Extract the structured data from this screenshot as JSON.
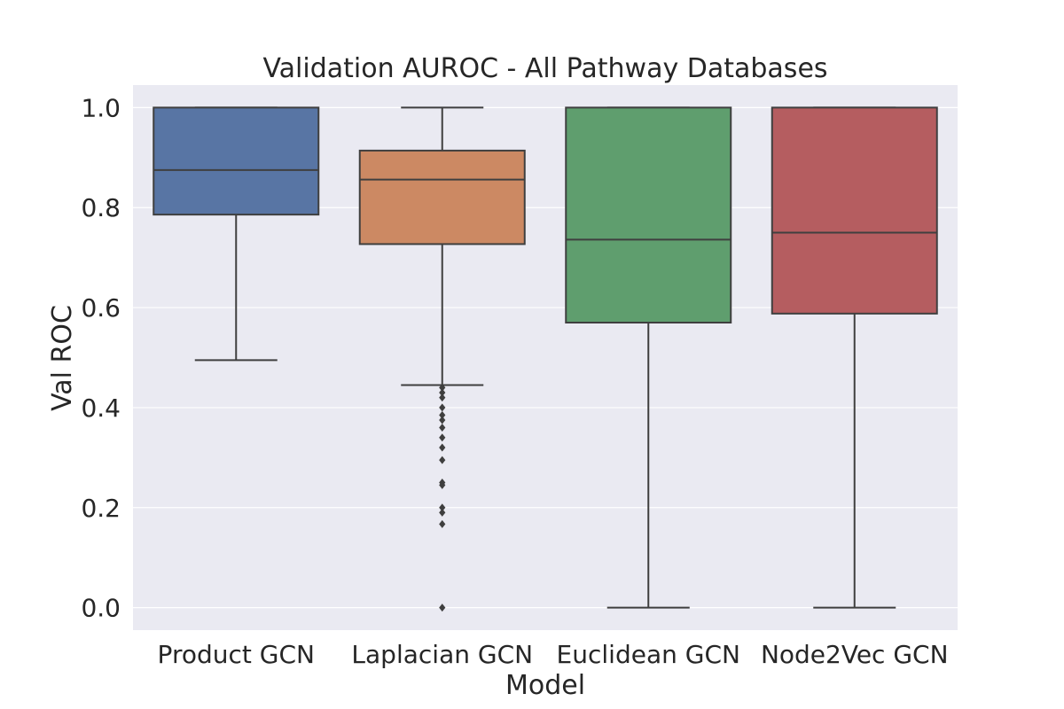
{
  "chart_data": {
    "type": "box",
    "title": "Validation AUROC - All Pathway Databases",
    "xlabel": "Model",
    "ylabel": "Val ROC",
    "ylim": [
      -0.045,
      1.045
    ],
    "yticks": [
      0.0,
      0.2,
      0.4,
      0.6,
      0.8,
      1.0
    ],
    "ytick_labels": [
      "0.0",
      "0.2",
      "0.4",
      "0.6",
      "0.8",
      "1.0"
    ],
    "grid": true,
    "categories": [
      "Product GCN",
      "Laplacian GCN",
      "Euclidean GCN",
      "Node2Vec GCN"
    ],
    "series": [
      {
        "category": "Product GCN",
        "color": "#5875a4",
        "whisker_low": 0.495,
        "q1": 0.786,
        "median": 0.875,
        "q3": 1.0,
        "whisker_high": 1.0,
        "outliers": []
      },
      {
        "category": "Laplacian GCN",
        "color": "#cc8963",
        "whisker_low": 0.445,
        "q1": 0.727,
        "median": 0.856,
        "q3": 0.914,
        "whisker_high": 1.0,
        "outliers": [
          0.44,
          0.43,
          0.42,
          0.4,
          0.385,
          0.375,
          0.36,
          0.34,
          0.32,
          0.295,
          0.25,
          0.245,
          0.2,
          0.19,
          0.167,
          0.0
        ]
      },
      {
        "category": "Euclidean GCN",
        "color": "#5f9e6e",
        "whisker_low": 0.0,
        "q1": 0.57,
        "median": 0.736,
        "q3": 1.0,
        "whisker_high": 1.0,
        "outliers": []
      },
      {
        "category": "Node2Vec GCN",
        "color": "#b55d60",
        "whisker_low": 0.0,
        "q1": 0.588,
        "median": 0.75,
        "q3": 1.0,
        "whisker_high": 1.0,
        "outliers": []
      }
    ]
  }
}
